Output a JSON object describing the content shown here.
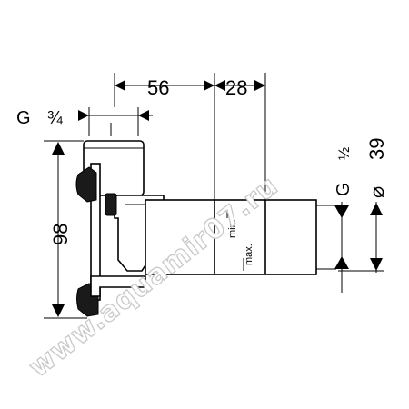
{
  "dimensions": {
    "width_56": "56",
    "width_28": "28",
    "height_98": "98",
    "thread_top_g": "G",
    "thread_top_size": "¾",
    "thread_right_g": "G",
    "thread_right_size": "½",
    "diameter_symbol": "⌀",
    "diameter_value": "39"
  },
  "labels": {
    "min": "min.",
    "max": "max."
  },
  "watermark": "www.aquamir07.ru",
  "colors": {
    "line": "#000000",
    "background": "#ffffff",
    "watermark_outline": "#c9c9c9"
  }
}
